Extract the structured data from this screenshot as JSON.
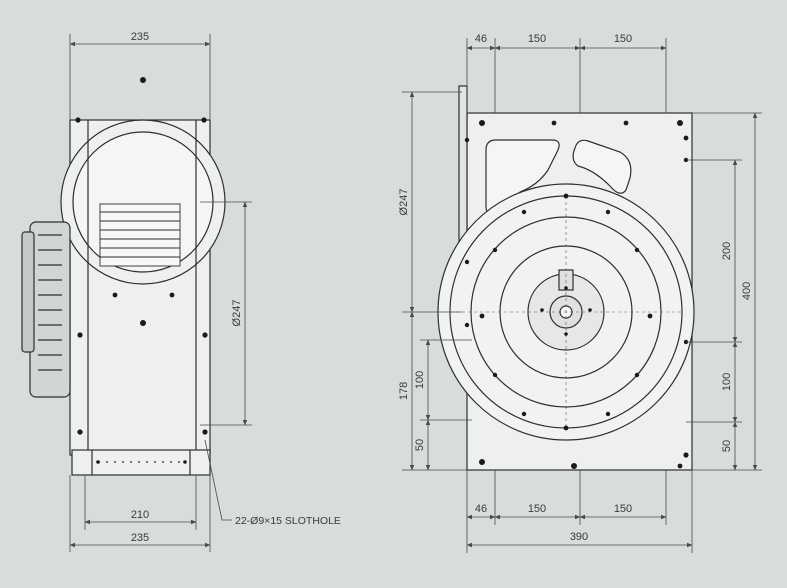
{
  "colors": {
    "background": "#d9dcdc",
    "line": "#2e2e2e",
    "thin_line": "#4a4a4a",
    "light_fill": "#eef0f0",
    "hole": "#1a1a1a"
  },
  "side_view": {
    "dim_top_width": "235",
    "dim_diameter": "Ø247",
    "dim_base_inner": "210",
    "dim_base_outer": "235",
    "slothole_note": "22-Ø9×15 SLOTHOLE"
  },
  "front_view": {
    "dim_top_offset": "46",
    "dim_top_span_1": "150",
    "dim_top_span_2": "150",
    "dim_left_diameter": "Ø247",
    "dim_left_height": "178",
    "dim_left_100": "100",
    "dim_left_50": "50",
    "dim_right_200": "200",
    "dim_right_400": "400",
    "dim_right_100": "100",
    "dim_right_50": "50",
    "dim_bottom_offset": "46",
    "dim_bottom_span_1": "150",
    "dim_bottom_span_2": "150",
    "dim_bottom_total": "390"
  }
}
